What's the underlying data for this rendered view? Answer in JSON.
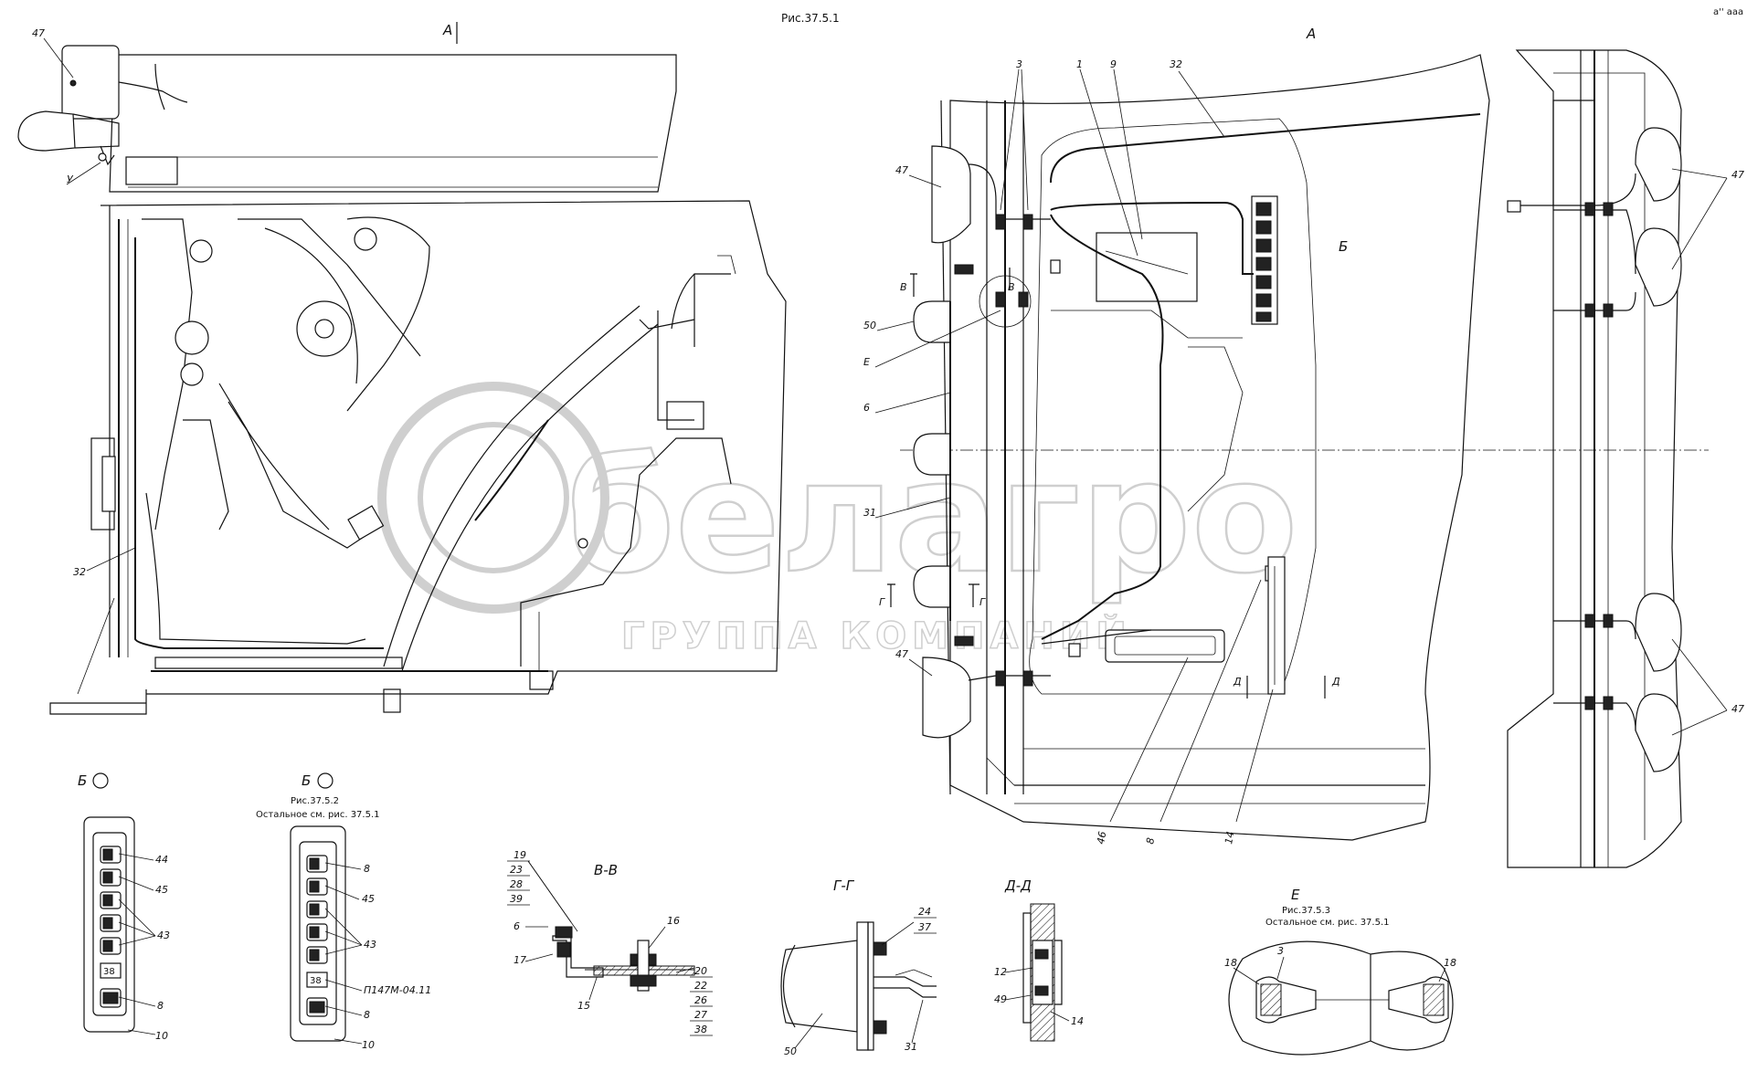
{
  "header": {
    "figure_title": "Рис.37.5.1",
    "corner_mark": "а'' ааа"
  },
  "views": {
    "left_A": "А",
    "right_A": "А",
    "inset_B1": "Б",
    "inset_B2": "Б",
    "section_VV": "В-В",
    "section_GG": "Г-Г",
    "section_DD": "Д-Д",
    "section_E": "Е",
    "cut_V": "В",
    "cut_G": "Г",
    "cut_D": "Д",
    "label_B_on_view": "Б",
    "label_E_on_view": "Е",
    "label_U": "У"
  },
  "notes": {
    "inset_B2_ref": "Рис.37.5.2",
    "inset_B2_rest": "Остальное см. рис. 37.5.1",
    "section_E_ref": "Рис.37.5.3",
    "section_E_rest": "Остальное см. рис. 37.5.1",
    "block_code": "П147М-04.11"
  },
  "callouts": {
    "left_view": [
      "47",
      "32"
    ],
    "right_view": [
      "3",
      "1",
      "9",
      "32",
      "47",
      "50",
      "6",
      "31",
      "46",
      "8",
      "14",
      "47",
      "47"
    ],
    "inset_B1": [
      "44",
      "45",
      "43",
      "8",
      "10",
      "38"
    ],
    "inset_B2": [
      "8",
      "45",
      "43",
      "8",
      "10",
      "38"
    ],
    "section_VV_stack": [
      "19",
      "23",
      "28",
      "39"
    ],
    "section_VV_other": [
      "6",
      "17",
      "15",
      "16"
    ],
    "section_VV_stack2": [
      "20",
      "22",
      "26",
      "27",
      "38"
    ],
    "section_GG": [
      "24",
      "37",
      "50",
      "31"
    ],
    "section_DD": [
      "12",
      "49",
      "14"
    ],
    "section_E": [
      "3",
      "18",
      "18"
    ]
  },
  "watermark": {
    "main": "белагро",
    "sub": "ГРУППА КОМПАНИЙ"
  }
}
